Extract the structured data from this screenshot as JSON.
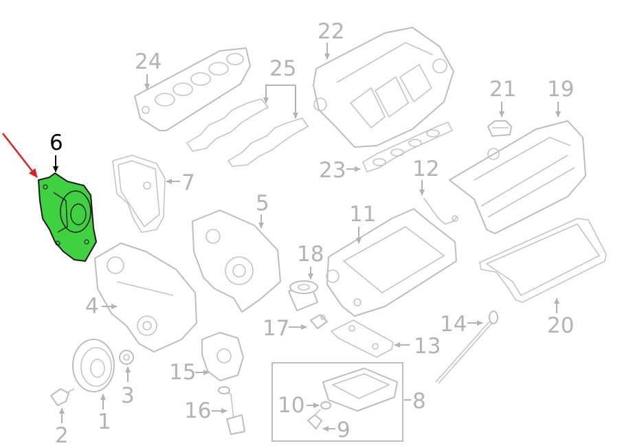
{
  "diagram": {
    "highlighted_part": "6",
    "highlight_color": "#3fd13f",
    "pointer_color": "#e02020",
    "label_color": "#b3b3b3",
    "callouts": [
      {
        "id": "p1",
        "label": "1"
      },
      {
        "id": "p2",
        "label": "2"
      },
      {
        "id": "p3",
        "label": "3"
      },
      {
        "id": "p4",
        "label": "4"
      },
      {
        "id": "p5",
        "label": "5"
      },
      {
        "id": "p6",
        "label": "6"
      },
      {
        "id": "p7",
        "label": "7"
      },
      {
        "id": "p8",
        "label": "8"
      },
      {
        "id": "p9",
        "label": "9"
      },
      {
        "id": "p10",
        "label": "10"
      },
      {
        "id": "p11",
        "label": "11"
      },
      {
        "id": "p12",
        "label": "12"
      },
      {
        "id": "p13",
        "label": "13"
      },
      {
        "id": "p14",
        "label": "14"
      },
      {
        "id": "p15",
        "label": "15"
      },
      {
        "id": "p16",
        "label": "16"
      },
      {
        "id": "p17",
        "label": "17"
      },
      {
        "id": "p18",
        "label": "18"
      },
      {
        "id": "p19",
        "label": "19"
      },
      {
        "id": "p20",
        "label": "20"
      },
      {
        "id": "p21",
        "label": "21"
      },
      {
        "id": "p22",
        "label": "22"
      },
      {
        "id": "p23",
        "label": "23"
      },
      {
        "id": "p24",
        "label": "24"
      },
      {
        "id": "p25",
        "label": "25"
      }
    ]
  }
}
